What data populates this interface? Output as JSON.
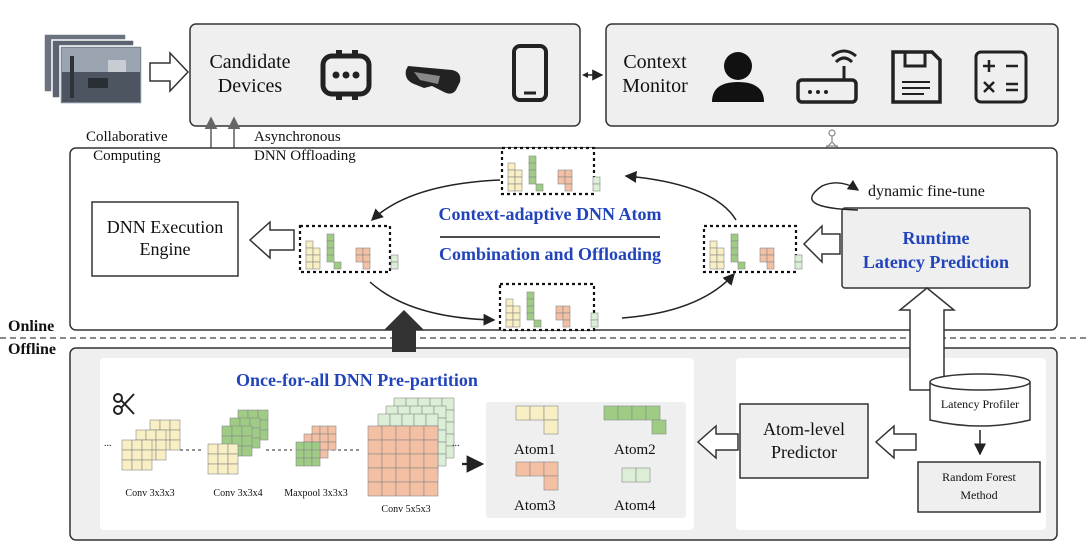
{
  "top": {
    "candidate_devices": [
      "Candidate",
      "Devices"
    ],
    "context_monitor": [
      "Context",
      "Monitor"
    ]
  },
  "links": {
    "collaborative": [
      "Collaborative",
      "Computing"
    ],
    "asynchronous": [
      "Asynchronous",
      "DNN Offloading"
    ]
  },
  "online": {
    "label": "Online",
    "engine": [
      "DNN Execution",
      "Engine"
    ],
    "center_title_1": "Context-adaptive DNN Atom",
    "center_title_2": "Combination and Offloading",
    "fine_tune": "dynamic fine-tune",
    "runtime": [
      "Runtime",
      "Latency Prediction"
    ]
  },
  "offline": {
    "label": "Offline",
    "prepartition_title": "Once-for-all DNN Pre-partition",
    "layers": [
      "Conv 3x3x3",
      "Conv 3x3x4",
      "Maxpool 3x3x3",
      "Conv 5x5x3"
    ],
    "ellipsis": "...",
    "atoms": [
      "Atom1",
      "Atom2",
      "Atom3",
      "Atom4"
    ],
    "predictor": [
      "Atom-level",
      "Predictor"
    ],
    "profiler": "Latency Profiler",
    "forest": [
      "Random Forest",
      "Method"
    ]
  },
  "colors": {
    "yellow": "#f8efc4",
    "green": "#9fcc85",
    "peach": "#f4c0a4",
    "lightgreen": "#dcefd6",
    "blue_text": "#2244bb",
    "panel": "#efefef"
  }
}
